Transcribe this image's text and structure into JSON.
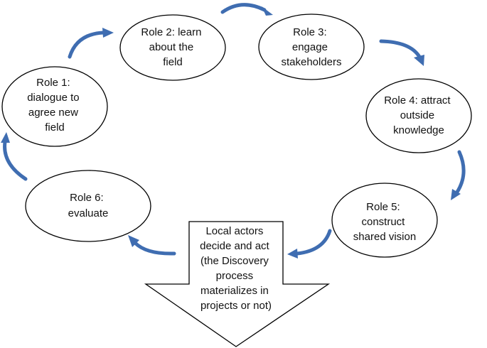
{
  "colors": {
    "connector": "#3f6db1",
    "outline": "#000000",
    "text": "#111111",
    "background": "#ffffff"
  },
  "roles": [
    {
      "id": "role-1",
      "lines": [
        "Role 1:",
        "dialogue to",
        "agree new",
        "field"
      ]
    },
    {
      "id": "role-2",
      "lines": [
        "Role 2: learn",
        "about the",
        "field"
      ]
    },
    {
      "id": "role-3",
      "lines": [
        "Role 3:",
        "engage",
        "stakeholders"
      ]
    },
    {
      "id": "role-4",
      "lines": [
        "Role 4: attract",
        "outside",
        "knowledge"
      ]
    },
    {
      "id": "role-5",
      "lines": [
        "Role 5:",
        "construct",
        "shared vision"
      ]
    },
    {
      "id": "role-6",
      "lines": [
        "Role 6:",
        "evaluate"
      ]
    }
  ],
  "outcome": {
    "lines": [
      "Local actors",
      "decide and act",
      "(the Discovery",
      "process",
      "materializes in",
      "projects or not)"
    ]
  }
}
